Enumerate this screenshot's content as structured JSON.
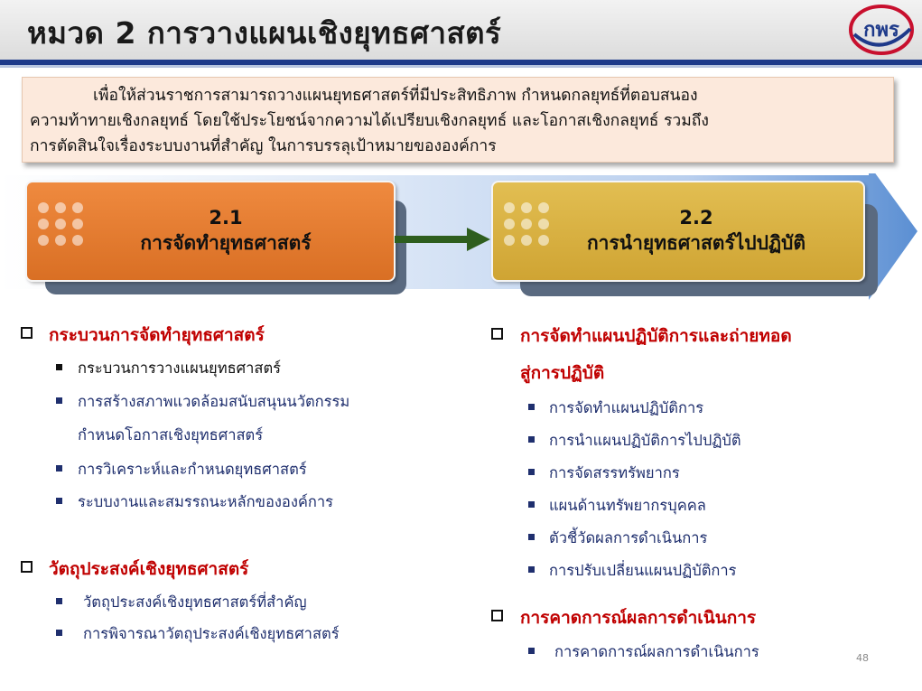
{
  "header": {
    "title": "หมวด 2  การวางแผนเชิงยุทธศาสตร์",
    "logo_text": "กพร"
  },
  "intro": {
    "line1": "เพื่อให้ส่วนราชการสามารถวางแผนยุทธศาสตร์ที่มีประสิทธิภาพ กำหนดกลยุทธ์ที่ตอบสนอง",
    "line2": "ความท้าทายเชิงกลยุทธ์  โดยใช้ประโยชน์จากความได้เปรียบเชิงกลยุทธ์ และโอกาสเชิงกลยุทธ์ รวมถึง",
    "line3": "การตัดสินใจเรื่องระบบงานที่สำคัญ ในการบรรลุเป้าหมายขององค์การ"
  },
  "flow": {
    "step1": {
      "number": "2.1",
      "label": "การจัดทำยุทธศาสตร์"
    },
    "step2": {
      "number": "2.2",
      "label": "การนำยุทธศาสตร์ไปปฏิบัติ"
    }
  },
  "left": {
    "section1": {
      "heading": "กระบวนการจัดทำยุทธศาสตร์",
      "items": [
        "กระบวนการวางแผนยุทธศาสตร์",
        "การสร้างสภาพแวดล้อมสนับสนุนนวัตกรรม",
        "กำหนดโอกาสเชิงยุทธศาสตร์",
        "การวิเคราะห์และกำหนดยุทธศาสตร์",
        "ระบบงานและสมรรถนะหลักขององค์การ"
      ]
    },
    "section2": {
      "heading": "วัตถุประสงค์เชิงยุทธศาสตร์",
      "items": [
        "วัตถุประสงค์เชิงยุทธศาสตร์ที่สำคัญ",
        "การพิจารณาวัตถุประสงค์เชิงยุทธศาสตร์"
      ]
    }
  },
  "right": {
    "section1": {
      "heading_line1": "การจัดทำแผนปฏิบัติการและถ่ายทอด",
      "heading_line2": "สู่การปฏิบัติ",
      "items": [
        "การจัดทำแผนปฏิบัติการ",
        "การนำแผนปฏิบัติการไปปฏิบัติ",
        "การจัดสรรทรัพยากร",
        "แผนด้านทรัพยากรบุคคล",
        "ตัวชี้วัดผลการดำเนินการ",
        "การปรับเปลี่ยนแผนปฏิบัติการ"
      ]
    },
    "section2": {
      "heading": "การคาดการณ์ผลการดำเนินการ",
      "items": [
        "การคาดการณ์ผลการดำเนินการ"
      ]
    }
  },
  "footer": {
    "page_number": "48"
  },
  "colors": {
    "header_bar": "#1e3a8a",
    "heading_red": "#c00000",
    "item_navy": "#1f2f6e",
    "card_orange": "#e87d34",
    "card_gold": "#d9b042",
    "arrow_green": "#2e5e1e",
    "intro_bg": "#fce9dc"
  }
}
